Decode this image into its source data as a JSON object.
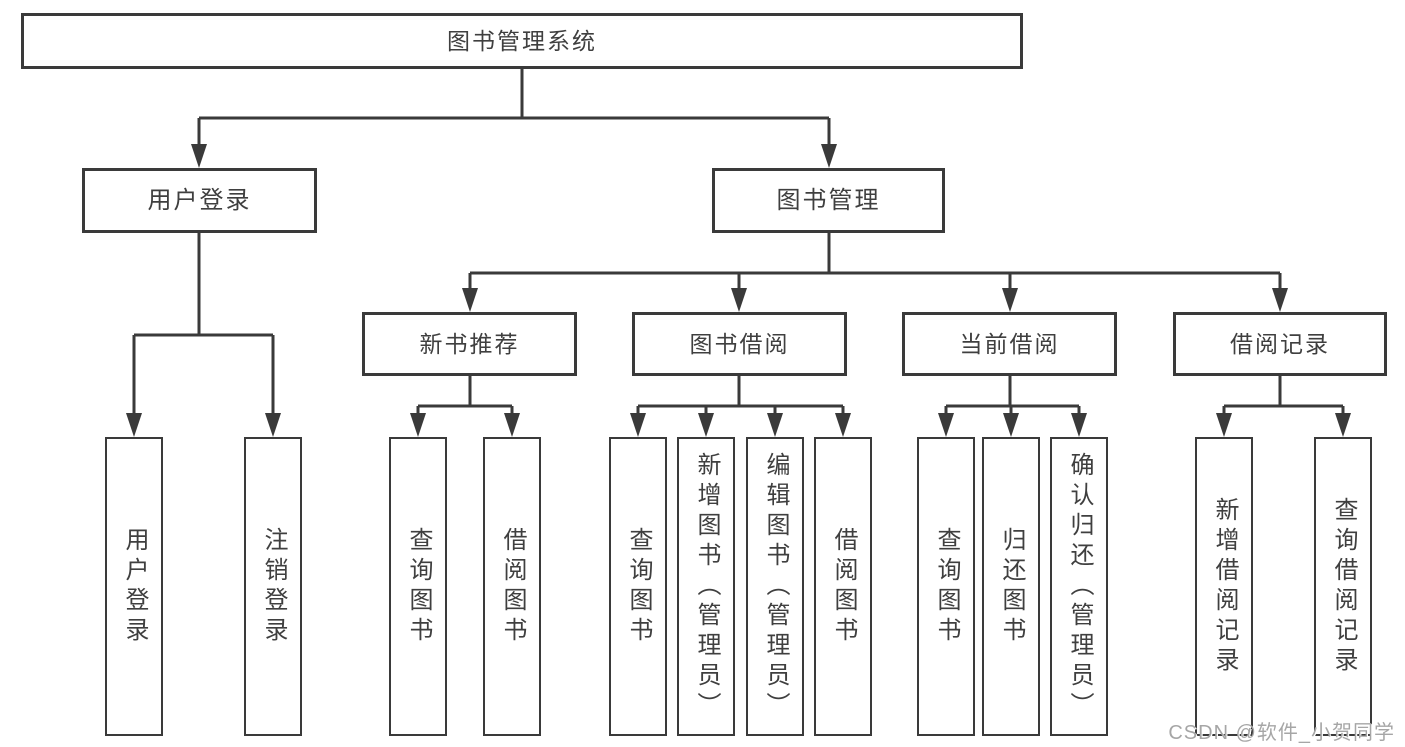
{
  "diagram": {
    "root": {
      "label": "图书管理系统"
    },
    "level2": [
      {
        "label": "用户登录",
        "children": [
          {
            "label": "用户登录"
          },
          {
            "label": "注销登录"
          }
        ]
      },
      {
        "label": "图书管理",
        "children": [
          {
            "label": "新书推荐",
            "children": [
              {
                "label": "查询图书"
              },
              {
                "label": "借阅图书"
              }
            ]
          },
          {
            "label": "图书借阅",
            "children": [
              {
                "label": "查询图书"
              },
              {
                "label": "新增图书（管理员）"
              },
              {
                "label": "编辑图书（管理员）"
              },
              {
                "label": "借阅图书"
              }
            ]
          },
          {
            "label": "当前借阅",
            "children": [
              {
                "label": "查询图书"
              },
              {
                "label": "归还图书"
              },
              {
                "label": "确认归还（管理员）"
              }
            ]
          },
          {
            "label": "借阅记录",
            "children": [
              {
                "label": "新增借阅记录"
              },
              {
                "label": "查询借阅记录"
              }
            ]
          }
        ]
      }
    ]
  },
  "watermark": {
    "text": "CSDN @软件_小贺同学"
  },
  "colors": {
    "background": "#ffffff",
    "line": "#3a3a3a",
    "border": "#3a3a3a",
    "text": "#3f3f3f",
    "watermark": "#a6a6a6"
  }
}
